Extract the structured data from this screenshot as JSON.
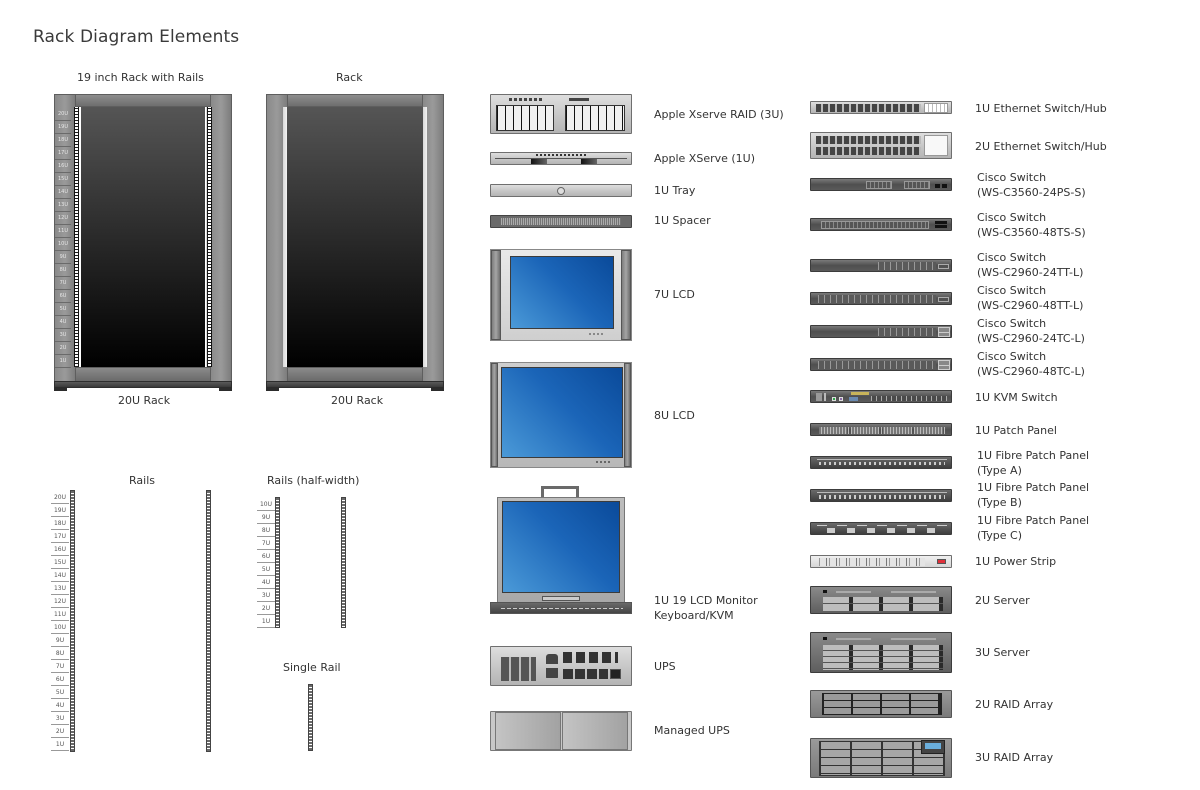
{
  "page": {
    "title": "Rack Diagram Elements"
  },
  "racks": [
    {
      "heading": "19 inch Rack with Rails",
      "caption": "20U Rack",
      "has_rails": true
    },
    {
      "heading": "Rack",
      "caption": "20U Rack",
      "has_rails": false
    }
  ],
  "rack_units_20": [
    "20U",
    "19U",
    "18U",
    "17U",
    "16U",
    "15U",
    "14U",
    "13U",
    "12U",
    "11U",
    "10U",
    "9U",
    "8U",
    "7U",
    "6U",
    "5U",
    "4U",
    "3U",
    "2U",
    "1U"
  ],
  "rack_units_10": [
    "10U",
    "9U",
    "8U",
    "7U",
    "6U",
    "5U",
    "4U",
    "3U",
    "2U",
    "1U"
  ],
  "rails": {
    "full_heading": "Rails",
    "half_heading": "Rails (half-width)",
    "single_heading": "Single Rail"
  },
  "middle_column": [
    {
      "label": "Apple Xserve RAID (3U)",
      "icon": "apple-xserve-raid-3u"
    },
    {
      "label": "Apple XServe (1U)",
      "icon": "apple-xserve-1u"
    },
    {
      "label": "1U Tray",
      "icon": "tray-1u"
    },
    {
      "label": "1U Spacer",
      "icon": "spacer-1u"
    },
    {
      "label": "7U LCD",
      "icon": "lcd-7u"
    },
    {
      "label": "8U LCD",
      "icon": "lcd-8u"
    },
    {
      "label_line1": "1U 19 LCD Monitor",
      "label_line2": "Keyboard/KVM",
      "icon": "lcd-keyboard-kvm"
    },
    {
      "label": "UPS",
      "icon": "ups"
    },
    {
      "label": "Managed UPS",
      "icon": "managed-ups"
    }
  ],
  "right_column": [
    {
      "label": "1U Ethernet Switch/Hub",
      "icon": "ethernet-switch-1u"
    },
    {
      "label": "2U Ethernet Switch/Hub",
      "icon": "ethernet-switch-2u"
    },
    {
      "label_line1": "Cisco Switch",
      "label_line2": "(WS-C3560-24PS-S)",
      "icon": "cisco-switch"
    },
    {
      "label_line1": "Cisco Switch",
      "label_line2": "(WS-C3560-48TS-S)",
      "icon": "cisco-switch"
    },
    {
      "label_line1": "Cisco Switch",
      "label_line2": "(WS-C2960-24TT-L)",
      "icon": "cisco-switch"
    },
    {
      "label_line1": "Cisco Switch",
      "label_line2": "(WS-C2960-48TT-L)",
      "icon": "cisco-switch"
    },
    {
      "label_line1": "Cisco Switch",
      "label_line2": "(WS-C2960-24TC-L)",
      "icon": "cisco-switch"
    },
    {
      "label_line1": "Cisco Switch",
      "label_line2": "(WS-C2960-48TC-L)",
      "icon": "cisco-switch"
    },
    {
      "label": "1U KVM Switch",
      "icon": "kvm-switch-1u"
    },
    {
      "label": "1U Patch Panel",
      "icon": "patch-panel-1u"
    },
    {
      "label_line1": "1U Fibre Patch Panel",
      "label_line2": "(Type A)",
      "icon": "fibre-patch-panel"
    },
    {
      "label_line1": "1U Fibre Patch Panel",
      "label_line2": "(Type B)",
      "icon": "fibre-patch-panel"
    },
    {
      "label_line1": "1U Fibre Patch Panel",
      "label_line2": "(Type C)",
      "icon": "fibre-patch-panel"
    },
    {
      "label": "1U Power Strip",
      "icon": "power-strip-1u"
    },
    {
      "label": "2U Server",
      "icon": "server-2u"
    },
    {
      "label": "3U Server",
      "icon": "server-3u"
    },
    {
      "label": "2U RAID Array",
      "icon": "raid-array-2u"
    },
    {
      "label": "3U RAID Array",
      "icon": "raid-array-3u"
    }
  ],
  "colors": {
    "screen_blue": "#1b65b8",
    "rack_frame": "#8a8a8a",
    "power_switch_red": "#e0303a"
  }
}
